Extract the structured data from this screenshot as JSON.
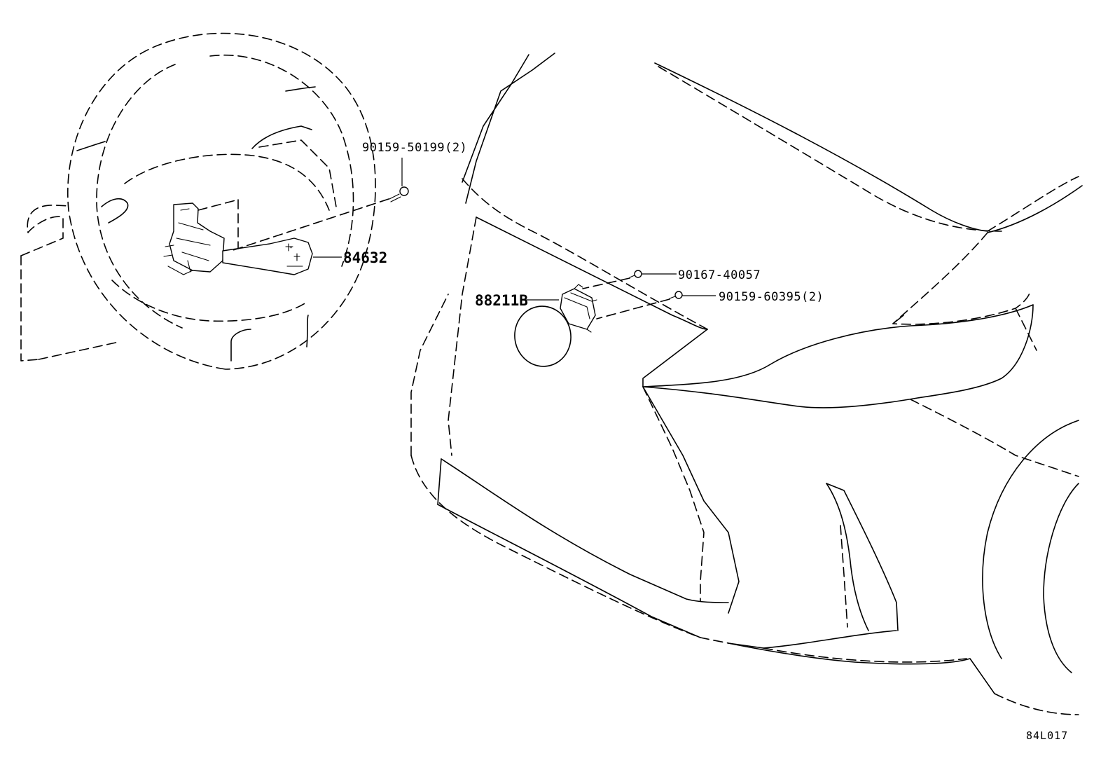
{
  "diagram_code": "84L017",
  "callouts": {
    "bolt_steering": "90159-50199(2)",
    "switch_assembly": "84632",
    "bolt_sensor_a": "90167-40057",
    "bolt_sensor_b": "90159-60395(2)",
    "sensor_module": "88211B"
  }
}
